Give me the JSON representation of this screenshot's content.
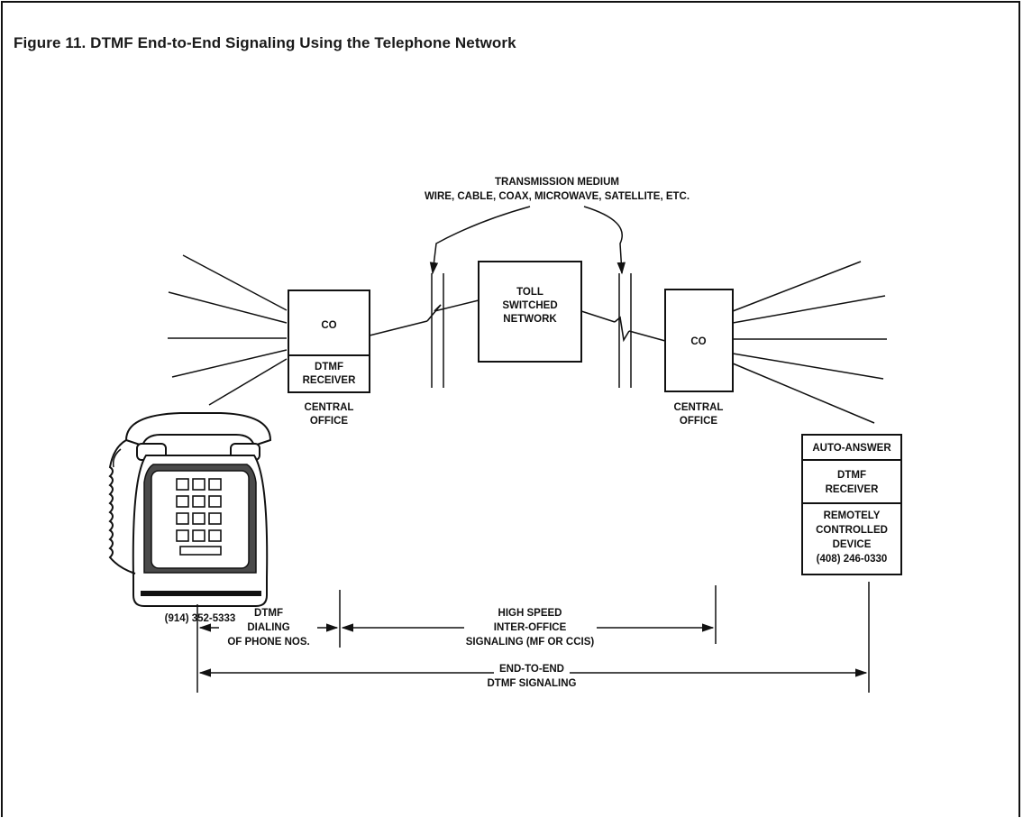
{
  "figure": {
    "title": "Figure 11. DTMF End-to-End Signaling Using the Telephone Network"
  },
  "transmission_medium": {
    "line1": "TRANSMISSION MEDIUM",
    "line2": "WIRE, CABLE, COAX, MICROWAVE, SATELLITE, ETC."
  },
  "left_co": {
    "top_label": "CO",
    "receiver_line1": "DTMF",
    "receiver_line2": "RECEIVER",
    "caption_line1": "CENTRAL",
    "caption_line2": "OFFICE"
  },
  "toll_network": {
    "line1": "TOLL",
    "line2": "SWITCHED",
    "line3": "NETWORK"
  },
  "right_co": {
    "label": "CO",
    "caption_line1": "CENTRAL",
    "caption_line2": "OFFICE"
  },
  "remote_device": {
    "auto_answer": "AUTO-ANSWER",
    "receiver_line1": "DTMF",
    "receiver_line2": "RECEIVER",
    "device_line1": "REMOTELY",
    "device_line2": "CONTROLLED",
    "device_line3": "DEVICE",
    "device_line4": "(408) 246-0330"
  },
  "telephone": {
    "number": "(914) 352-5333"
  },
  "spans": {
    "dialing_line1": "DTMF",
    "dialing_line2": "DIALING",
    "dialing_line3": "OF PHONE NOS.",
    "interoffice_line1": "HIGH SPEED",
    "interoffice_line2": "INTER-OFFICE",
    "interoffice_line3": "SIGNALING (MF OR CCIS)",
    "end_to_end_line1": "END-TO-END",
    "end_to_end_line2": "DTMF SIGNALING"
  }
}
